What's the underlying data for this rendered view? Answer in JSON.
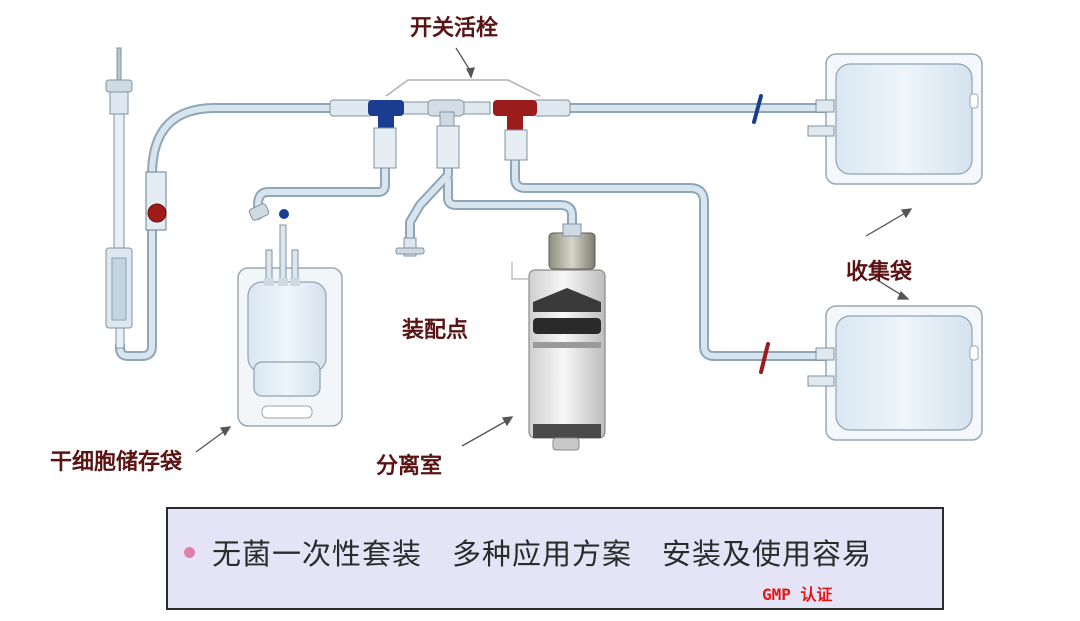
{
  "labels": {
    "stopcock": "开关活栓",
    "collection_bag": "收集袋",
    "assembly_point": "装配点",
    "dry_cell_storage_bag": "干细胞储存袋",
    "separation_chamber": "分离室"
  },
  "banner": {
    "text": "无菌一次性套装　多种应用方案　安装及使用容易",
    "certification": "GMP 认证"
  },
  "colors": {
    "label_text": "#5a1414",
    "banner_background": "#e4e4f6",
    "banner_bullet": "#e080a8",
    "certification_text": "#e21818",
    "valve_blue": "#1a3d8f",
    "valve_red": "#9a1c1c",
    "tubing": "#c9d7e3",
    "bag_fill": "#e6f0f8"
  }
}
